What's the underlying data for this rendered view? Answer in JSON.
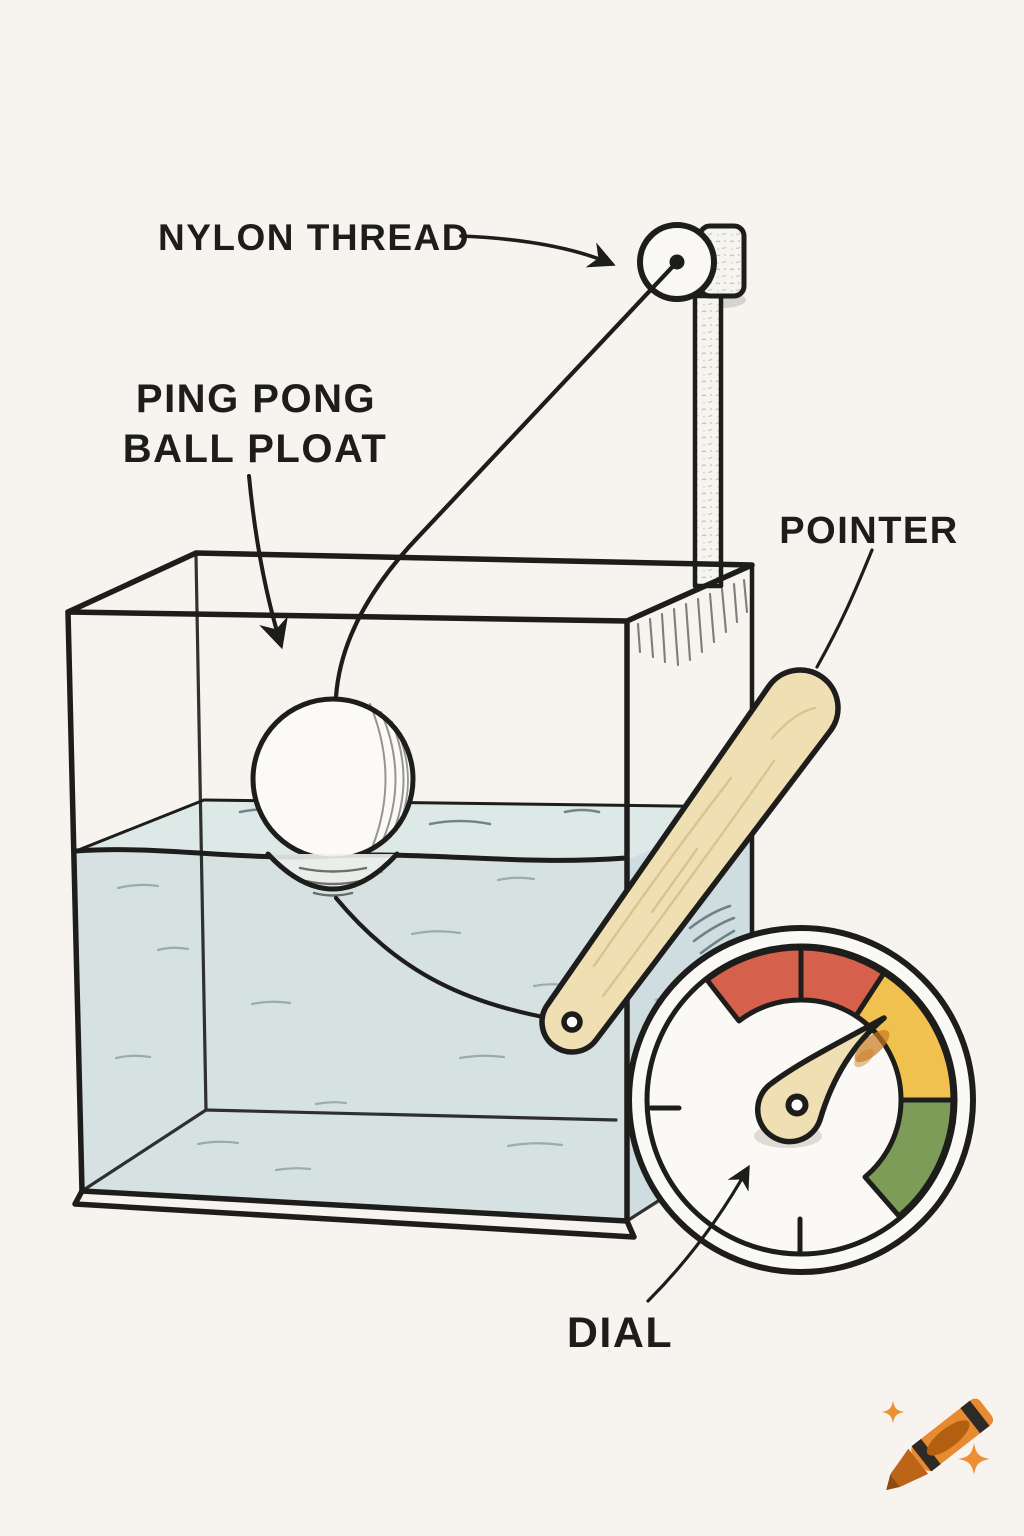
{
  "meta": {
    "description": "Hand-drawn diagram of a water level indicator: a ping pong ball float in a water tank, a nylon thread over a pulley, a wooden pointer stick and a colored dial gauge.",
    "logo": "crayon-logo-with-sparkles"
  },
  "labels": {
    "nylon_thread": "NYLON THREAD",
    "float_line1": "PING PONG",
    "float_line2": "BALL PLOAT",
    "pointer": "POINTER",
    "dial": "DIAL"
  },
  "gauge": {
    "segments": [
      {
        "id": "red-left",
        "color": "#d5604b"
      },
      {
        "id": "red-right",
        "color": "#d5604b"
      },
      {
        "id": "yellow",
        "color": "#f1c150"
      },
      {
        "id": "green",
        "color": "#7d9c58"
      }
    ],
    "needle_points_to": "yellow"
  },
  "colors": {
    "background": "#f7f4ef",
    "ink": "#1d1d1b",
    "water_surface": "#dde9e7",
    "water_front": "#d6e2e1",
    "water_side": "#cfdde0",
    "water_ball_glow": "#ecf0ec",
    "ripple": "#849b9c",
    "ripple_dark": "#576d70",
    "ball": "#fbfaf6",
    "dial_face": "#fbf9f5",
    "stick": "#f0dfb2",
    "stick_grain": "#d8c18c",
    "smudge": "#c87a20",
    "shadow": "#b3aea4",
    "crayon_body": "#e88a2f",
    "crayon_dark": "#b35f12",
    "crayon_tip": "#bc6418",
    "crayon_point": "#8f4a10",
    "crayon_band": "#2e2a26",
    "sparkle": "#ef8f35"
  }
}
